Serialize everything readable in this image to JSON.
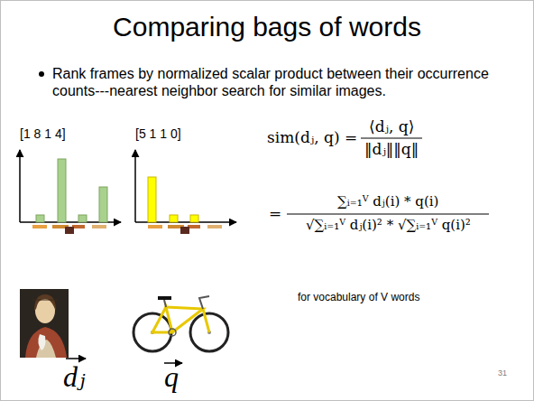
{
  "diagram": {
    "title": "Comparing bags of words",
    "labels": [
      "Rank frames by normalized scalar product between their occurrence counts---nearest neighbor search for similar images.",
      "[1 8 1 4]",
      "[5 1 1 0]",
      "sim(dⱼ, q) =",
      "⟨dⱼ, q⟩",
      "‖dⱼ‖‖q‖",
      "=",
      "∑ᵢ₌₁ⱽ dⱼ(i) * q(i)",
      "√∑ᵢ₌₁ⱽ dⱼ(i)² * √∑ᵢ₌₁ⱽ q(i)²",
      "for vocabulary of V words",
      "dⱼ",
      "q",
      "31"
    ]
  }
}
